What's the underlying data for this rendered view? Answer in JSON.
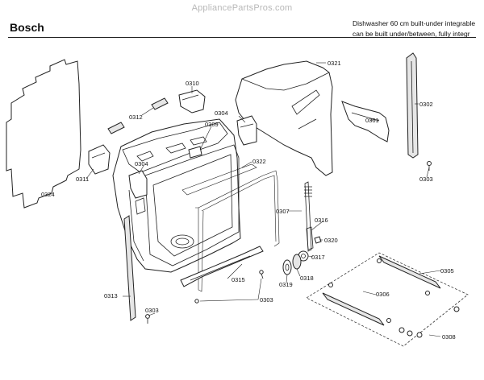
{
  "header": {
    "watermark": "AppliancePartsPros.com",
    "brand": "Bosch",
    "description_line1": "Dishwasher 60 cm built-under integrable",
    "description_line2": "can be built under/between, fully integr"
  },
  "callouts": {
    "p0301": "0301",
    "p0302": "0302",
    "p0303_right": "0303",
    "p0303_mid": "0303",
    "p0303_bottom": "0303",
    "p0304_top": "0304",
    "p0304_left": "0304",
    "p0305": "0305",
    "p0306": "0306",
    "p0307": "0307",
    "p0308": "0308",
    "p0309": "0309",
    "p0310": "0310",
    "p0311": "0311",
    "p0312": "0312",
    "p0313": "0313",
    "p0315": "0315",
    "p0316": "0316",
    "p0317": "0317",
    "p0318": "0318",
    "p0319": "0319",
    "p0320": "0320",
    "p0321": "0321",
    "p0322": "0322",
    "p0324": "0324"
  }
}
